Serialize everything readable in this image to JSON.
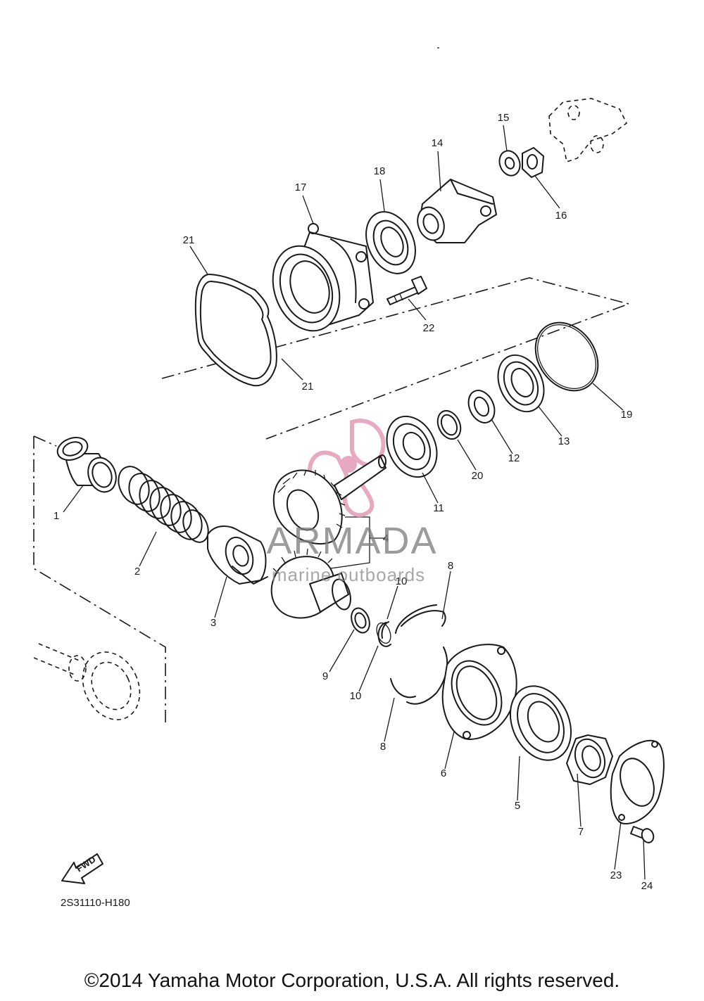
{
  "diagram": {
    "drawing_code": "2S31110-H180",
    "fwd_label": "FWD",
    "watermark": {
      "brand": "ARMADA",
      "tagline": "marine outboards",
      "accent_color": "#e39ab8"
    },
    "callouts": {
      "c1": "1",
      "c2": "2",
      "c3": "3",
      "c4": "4",
      "c5": "5",
      "c6": "6",
      "c7": "7",
      "c8a": "8",
      "c8b": "8",
      "c9": "9",
      "c10a": "10",
      "c10b": "10",
      "c11": "11",
      "c12": "12",
      "c13": "13",
      "c14": "14",
      "c15": "15",
      "c16": "16",
      "c17": "17",
      "c18": "18",
      "c19": "19",
      "c20": "20",
      "c21a": "21",
      "c21b": "21",
      "c22": "22",
      "c23": "23",
      "c24": "24"
    }
  },
  "footer": {
    "copyright": "©2014 Yamaha Motor Corporation, U.S.A. All rights reserved."
  }
}
